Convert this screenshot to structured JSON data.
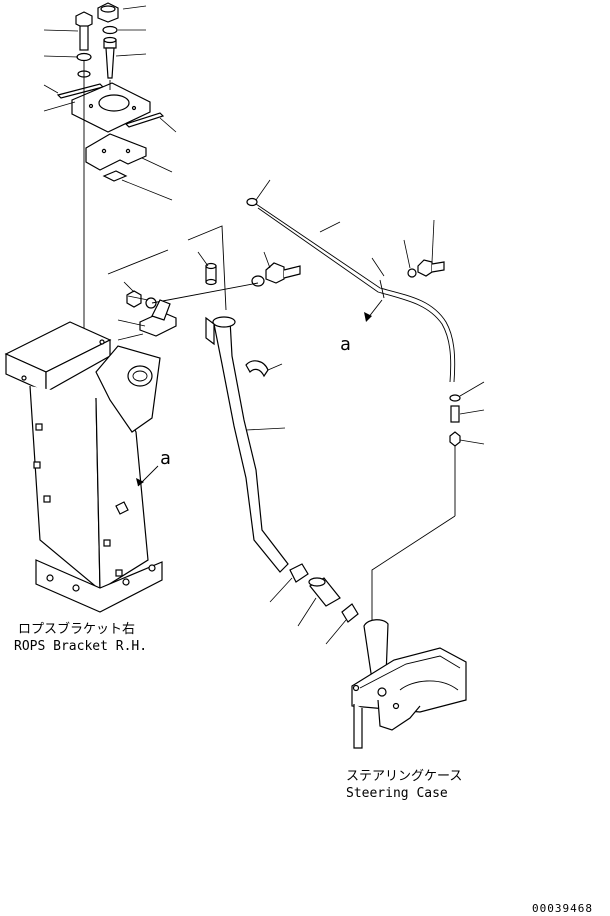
{
  "labels": {
    "rops_bracket_jp": "ロプスブラケット右",
    "rops_bracket_en": "ROPS Bracket R.H.",
    "steering_case_jp": "ステアリングケース",
    "steering_case_en": "Steering Case",
    "ref_a_left": "a",
    "ref_a_right": "a",
    "drawing_number": "00039468"
  }
}
